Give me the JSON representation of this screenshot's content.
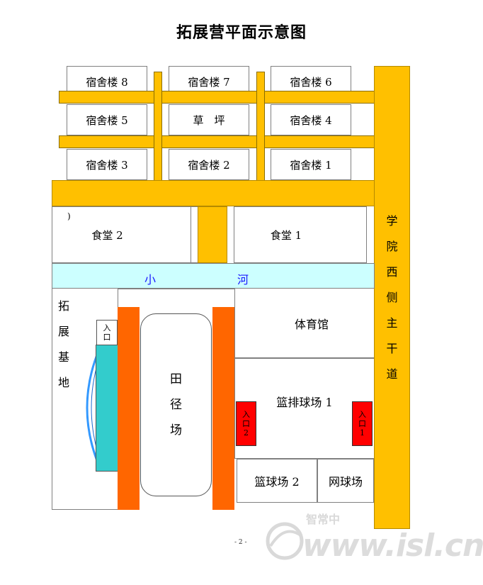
{
  "title": "拓展营平面示意图",
  "dorms": {
    "d8": "宿舍楼 8",
    "d7": "宿舍楼 7",
    "d6": "宿舍楼 6",
    "d5": "宿舍楼 5",
    "lawn": "草　坪",
    "d4": "宿舍楼 4",
    "d3": "宿舍楼 3",
    "d2": "宿舍楼 2",
    "d1": "宿舍楼 1"
  },
  "canteen": {
    "c2": "食堂 2",
    "c1": "食堂 1",
    "mark": ")"
  },
  "river": {
    "left": "小",
    "right": "河"
  },
  "expansion_base": [
    "拓",
    "展",
    "基",
    "地"
  ],
  "entrance_small": [
    "入",
    "口"
  ],
  "track_field": [
    "田",
    "径",
    "场"
  ],
  "gym": "体育馆",
  "volleyball": "篮排球场 1",
  "entrance2": [
    "入",
    "口",
    "2"
  ],
  "entrance1": [
    "入",
    "口",
    "1"
  ],
  "basketball2": "篮球场 2",
  "tennis": "网球场",
  "main_road": [
    "学",
    "院",
    "西",
    "侧",
    "主",
    "干",
    "道"
  ],
  "page_number": "- 2 -",
  "watermark": "www.isl.cn",
  "colors": {
    "road": "#FFC000",
    "orange": "#FF6600",
    "cyan": "#33CCCC",
    "river": "#CCFFFF",
    "red": "#FF0000"
  }
}
